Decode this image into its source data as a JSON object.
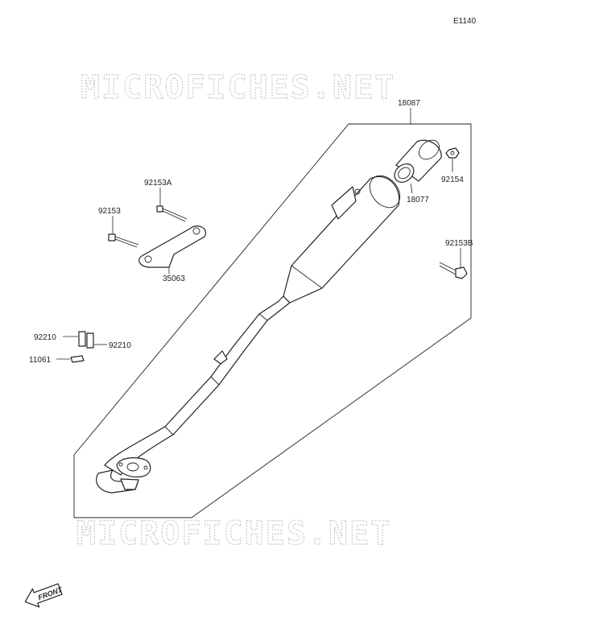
{
  "diagram_code": "E1140",
  "watermark": "MICROFICHES.NET",
  "front_label": "FRONT",
  "parts": {
    "p18087": "18087",
    "p18077": "18077",
    "p92154": "92154",
    "p92153A": "92153A",
    "p92153": "92153",
    "p35063": "35063",
    "p92153B": "92153B",
    "p92210a": "92210",
    "p92210b": "92210",
    "p11061": "11061"
  }
}
